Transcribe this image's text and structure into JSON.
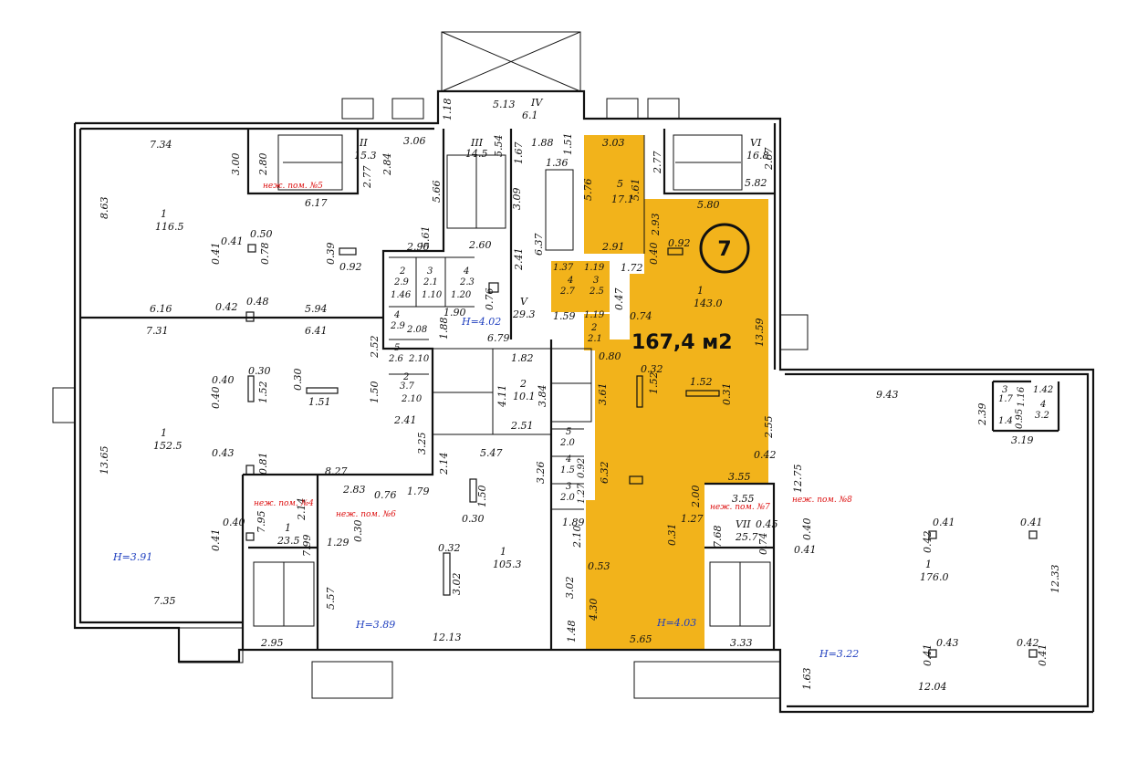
{
  "highlight": {
    "unit_number": "7",
    "area_label": "167,4 м2",
    "color": "#f2b31b",
    "rooms": [
      {
        "id": "5",
        "area": "17.1",
        "d1": "3.03",
        "d2": "5.76",
        "d3": "5.61",
        "d4": "2.91"
      },
      {
        "id": "1",
        "area": "143.0",
        "d1": "5.80",
        "d2": "2.93",
        "d3": "0.92",
        "d4": "0.40",
        "d5": "1.72",
        "d6": "13.59",
        "d7": "0.47",
        "d8": "0.74",
        "d9": "0.80",
        "d10": "3.61",
        "d11": "0.32",
        "d12": "1.52",
        "d13": "1.52",
        "d14": "0.31",
        "d15": "2.55",
        "d16": "0.42",
        "d17": "3.55",
        "d18": "6.32",
        "d19": "2.00",
        "d20": "1.27",
        "d21": "0.31",
        "d22": "2.10",
        "d23": "0.53",
        "d24": "4.30",
        "d25": "5.65",
        "h": "H=4.03"
      },
      {
        "id": "4",
        "area": "2.7",
        "d": "1.37"
      },
      {
        "id": "3",
        "area": "2.5",
        "d": "1.19"
      },
      {
        "id": "2",
        "area": "2.1",
        "d": "1.19"
      }
    ]
  },
  "labels": {
    "stair_iv": {
      "n": "IV",
      "area": "6.1",
      "d": "5.13"
    },
    "stair_iii": {
      "n": "III",
      "area": "14.5",
      "d1": "5.54",
      "d2": "1.67",
      "d3": "1.88",
      "d4": "1.51",
      "d5": "1.36",
      "d6": "5.66",
      "d7": "3.09",
      "d8": "6.37"
    },
    "stair_ii": {
      "n": "II",
      "area": "15.3",
      "d1": "3.00",
      "d2": "2.80",
      "d3": "2.77",
      "d4": "2.84",
      "d5": "3.06",
      "d6": "6.17"
    },
    "stair_vi": {
      "n": "VI",
      "area": "16.8",
      "d1": "2.77",
      "d2": "2.67",
      "d3": "5.82"
    },
    "top_dim": "1.18",
    "room_nw": {
      "n": "1",
      "area": "116.5",
      "d1": "7.34",
      "d2": "8.63",
      "d3": "0.41",
      "d4": "0.41",
      "d5": "0.50",
      "d6": "0.78",
      "d7": "0.39",
      "d8": "0.92"
    },
    "room_w": {
      "n": "1",
      "area": "152.5",
      "d1": "6.16",
      "d2": "0.42",
      "d3": "0.48",
      "d4": "5.94",
      "d5": "7.31",
      "d6": "6.41",
      "d7": "0.40",
      "d8": "0.30",
      "d9": "0.40",
      "d10": "1.52",
      "d11": "0.30",
      "d12": "1.51",
      "d13": "13.65",
      "d14": "0.43",
      "d15": "0.81",
      "d16": "8.27",
      "d17": "2.83",
      "d18": "0.76",
      "d19": "1.79",
      "d20": "0.41",
      "d21": "0.40",
      "d22": "7.35",
      "h": "H=3.91"
    },
    "small_rooms": [
      {
        "n": "2",
        "area": "2.9",
        "w": "1.46"
      },
      {
        "n": "3",
        "area": "2.1",
        "w": "1.10"
      },
      {
        "n": "4",
        "area": "2.3",
        "w": "1.20"
      },
      {
        "n": "4",
        "area": "2.9",
        "w": "2.08"
      },
      {
        "n": "5",
        "area": "2.6",
        "w": "2.10"
      },
      {
        "n": "2",
        "area": "3.7",
        "w": "2.10"
      }
    ],
    "small_dims": {
      "a": "2.96",
      "b": "5.61",
      "c": "2.60",
      "d": "2.41",
      "e": "0.76",
      "f": "1.90",
      "g": "1.88",
      "h": "2.52",
      "i": "1.50",
      "j": "2.41",
      "k": "3.25"
    },
    "room_v": {
      "n": "V",
      "area": "29.3",
      "h": "H=4.02",
      "d1": "6.79",
      "d2": "1.59"
    },
    "room_center": {
      "n": "2",
      "area": "10.1",
      "d1": "1.82",
      "d2": "4.11",
      "d3": "3.84",
      "d4": "2.51",
      "d5": "5.47",
      "d6": "2.14"
    },
    "mini_col": [
      {
        "n": "5",
        "area": "2.0"
      },
      {
        "n": "4",
        "area": "1.5",
        "d": "0.92"
      },
      {
        "n": "3",
        "area": "2.0",
        "d": "1.27"
      }
    ],
    "mini_dims": {
      "a": "3.26",
      "b": "1.89"
    },
    "room_105": {
      "n": "1",
      "area": "105.3",
      "d1": "1.50",
      "d2": "0.30",
      "d3": "0.32",
      "d4": "3.02",
      "d5": "12.13",
      "h": "H=3.89",
      "d6": "1.48",
      "d7": "3.02",
      "d8": "1.29",
      "d9": "0.30",
      "d10": "5.57"
    },
    "room_235": {
      "n": "1",
      "area": "23.5",
      "d1": "7.95",
      "d2": "2.14",
      "d3": "7.99",
      "d4": "2.95"
    },
    "room_vii": {
      "n": "VII",
      "area": "25.7",
      "d1": "3.55",
      "d2": "7.68",
      "d3": "0.45",
      "d4": "0.74",
      "d5": "3.33"
    },
    "room_176": {
      "n": "1",
      "area": "176.0",
      "d1": "9.43",
      "d2": "12.75",
      "d3": "0.40",
      "d4": "0.41",
      "d5": "0.41",
      "d6": "0.42",
      "d7": "0.41",
      "d8": "12.33",
      "d9": "0.43",
      "d10": "0.42",
      "d11": "0.41",
      "d12": "0.41",
      "d13": "12.04",
      "d14": "1.63",
      "h": "H=3.22",
      "d15": "2.39",
      "d16": "3.19"
    },
    "tiny_ne": {
      "a": "1.16",
      "b": "1.42",
      "c": "3.2",
      "d": "0.95",
      "n1": "3",
      "n2": "4",
      "s1": "1.7",
      "s2": "1.4"
    },
    "notes": [
      "неж. пом. №5",
      "неж. пом. №4",
      "неж. пом. №6",
      "неж. пом. №7",
      "неж. пом. №8"
    ]
  }
}
